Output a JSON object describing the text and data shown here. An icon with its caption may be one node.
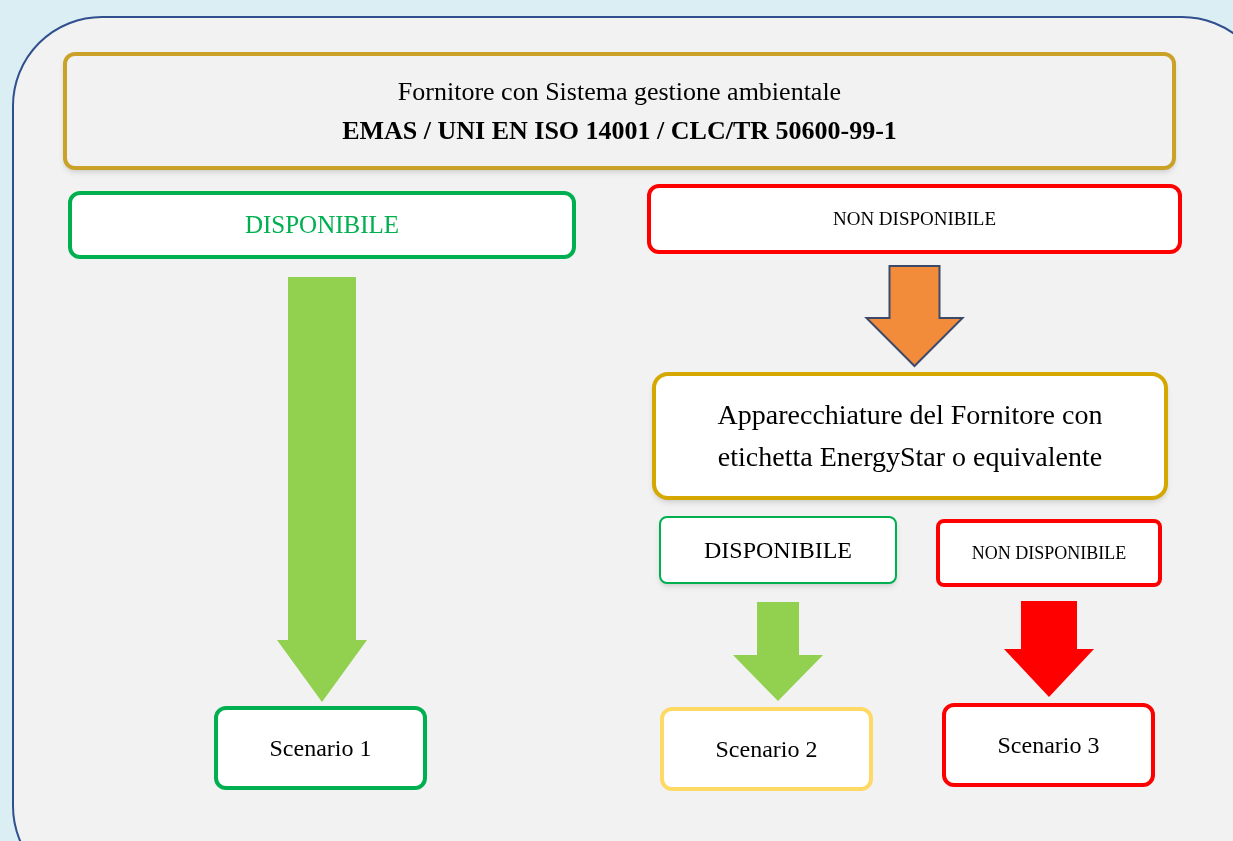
{
  "diagram": {
    "nodes": [
      {
        "text": [
          "Fornitore con Sistema gestione ambientale",
          "EMAS / UNI EN ISO 14001 / CLC/TR 50600-99-1"
        ]
      },
      {
        "text": [
          "DISPONIBILE"
        ]
      },
      {
        "text": [
          "NON DISPONIBILE"
        ]
      },
      {
        "text": [
          "Apparecchiature del Fornitore con etichetta EnergyStar o equivalente"
        ]
      },
      {
        "text": [
          "DISPONIBILE"
        ]
      },
      {
        "text": [
          "NON DISPONIBILE"
        ]
      },
      {
        "text": [
          "Scenario 1"
        ]
      },
      {
        "text": [
          "Scenario 2"
        ]
      },
      {
        "text": [
          "Scenario 3"
        ]
      }
    ],
    "edges": [
      {
        "from": 1,
        "to": 6,
        "arrow": "to",
        "style": "thick",
        "color": "#92d050"
      },
      {
        "from": 2,
        "to": 3,
        "arrow": "to",
        "style": "thick",
        "color": "#f28c3a"
      },
      {
        "from": 4,
        "to": 7,
        "arrow": "to",
        "style": "thick",
        "color": "#92d050"
      },
      {
        "from": 5,
        "to": 8,
        "arrow": "to",
        "style": "thick",
        "color": "#ff0000"
      }
    ]
  }
}
